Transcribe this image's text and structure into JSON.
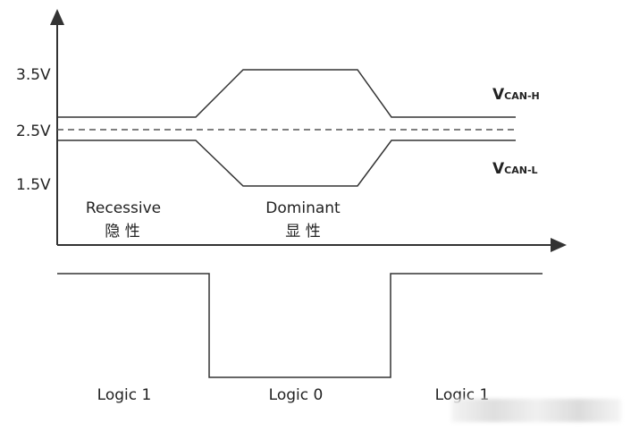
{
  "axis": {
    "y_ticks": [
      "3.5V",
      "2.5V",
      "1.5V"
    ]
  },
  "signals": {
    "can_h": {
      "main": "V",
      "sub": "CAN-H"
    },
    "can_l": {
      "main": "V",
      "sub": "CAN-L"
    }
  },
  "states": {
    "recessive": {
      "en": "Recessive",
      "zh": "隐 性"
    },
    "dominant": {
      "en": "Dominant",
      "zh": "显 性"
    }
  },
  "logic": {
    "left": "Logic 1",
    "middle": "Logic 0",
    "right": "Logic 1"
  },
  "colors": {
    "line": "#333333",
    "dashed": "#555555"
  }
}
